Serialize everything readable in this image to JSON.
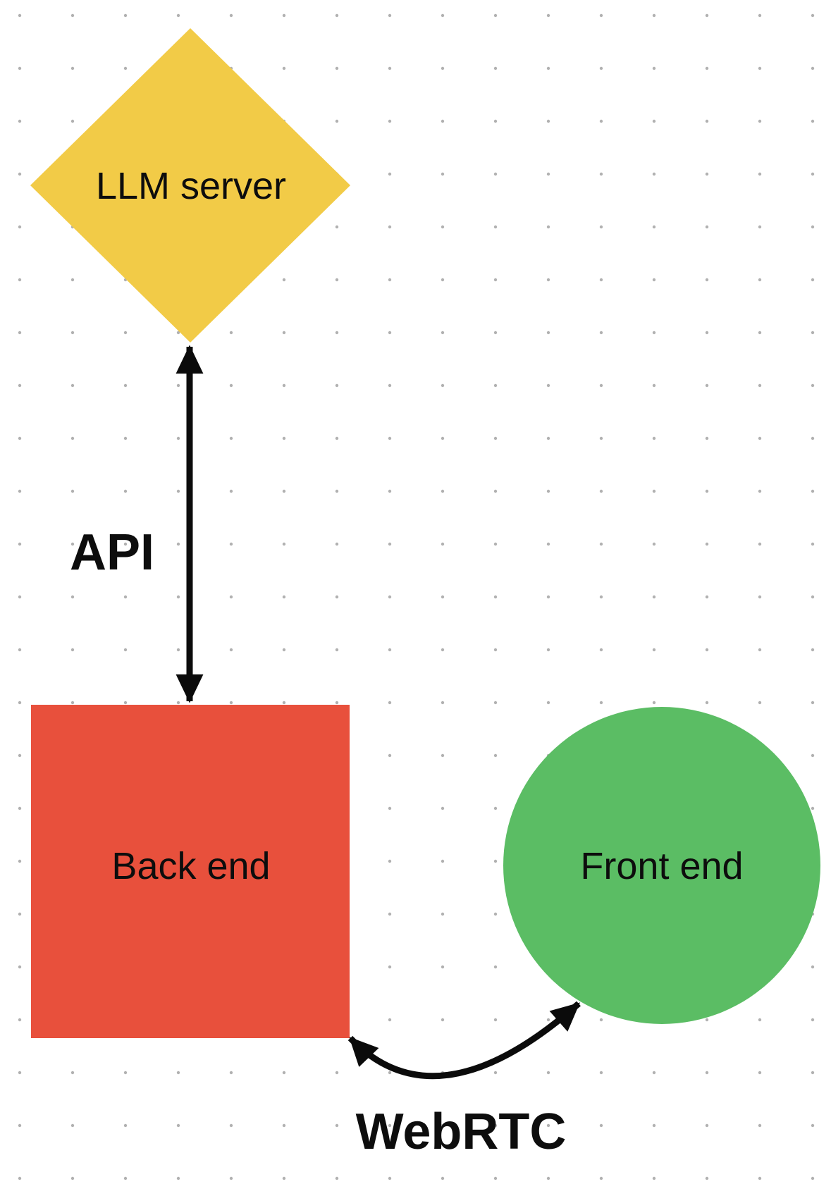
{
  "diagram": {
    "canvas": {
      "background_color": "#ffffff",
      "dot_grid_color": "#b1b1b1"
    },
    "text_color": "#0d0d0d",
    "arrow_color": "#0b0b0b",
    "nodes": {
      "llm_server": {
        "label": "LLM server",
        "shape": "diamond",
        "fill": "#F2CB47"
      },
      "back_end": {
        "label": "Back end",
        "shape": "square",
        "fill": "#E8503C"
      },
      "front_end": {
        "label": "Front end",
        "shape": "circle",
        "fill": "#5BBD64"
      }
    },
    "edges": {
      "api": {
        "label": "API",
        "style": "double-headed straight arrow",
        "connects": [
          "LLM server",
          "Back end"
        ]
      },
      "webrtc": {
        "label": "WebRTC",
        "style": "double-headed curved arrow",
        "connects": [
          "Back end",
          "Front end"
        ]
      }
    }
  }
}
